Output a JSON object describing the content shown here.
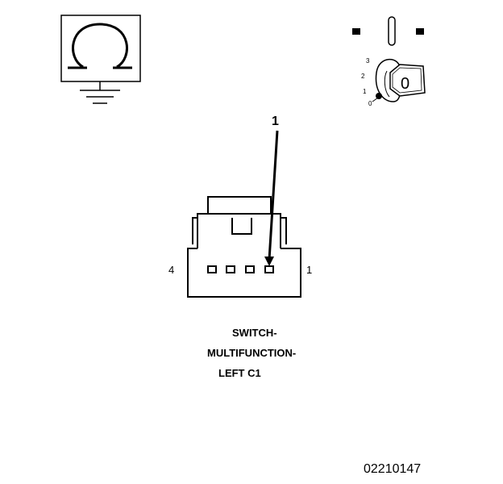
{
  "ohmmeter_symbol": {
    "icon": "ohm-icon",
    "ground": "ground-icon"
  },
  "ignition_key": {
    "icon": "ignition-key-icon",
    "positions": [
      "3",
      "2",
      "1",
      "0"
    ],
    "key_label": "0"
  },
  "connector": {
    "callout": "1",
    "pin_left_label": "4",
    "pin_right_label": "1",
    "caption_lines": [
      "SWITCH-",
      "MULTIFUNCTION-",
      "LEFT C1"
    ]
  },
  "figure_id": "02210147"
}
